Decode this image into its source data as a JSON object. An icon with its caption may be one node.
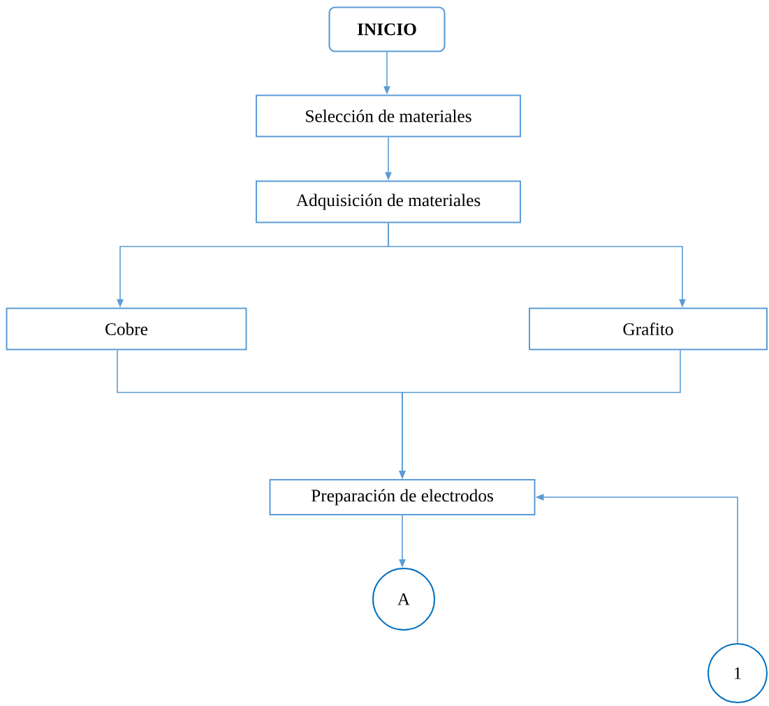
{
  "diagram": {
    "nodes": [
      {
        "text": [
          "INICIO"
        ]
      },
      {
        "text": [
          "Selección de materiales"
        ]
      },
      {
        "text": [
          "Adquisición de materiales"
        ]
      },
      {
        "text": [
          "Cobre"
        ]
      },
      {
        "text": [
          "Grafito"
        ]
      },
      {
        "text": [
          "Preparación de electrodos"
        ]
      },
      {
        "text": [
          "A"
        ]
      },
      {
        "text": [
          "1"
        ]
      }
    ],
    "edges": [
      {
        "from": 0,
        "to": 1,
        "arrow": "to"
      },
      {
        "from": 1,
        "to": 2,
        "arrow": "to"
      },
      {
        "from": 2,
        "to": 3,
        "arrow": "to"
      },
      {
        "from": 2,
        "to": 4,
        "arrow": "to"
      },
      {
        "from": 3,
        "to": 5,
        "arrow": "to"
      },
      {
        "from": 4,
        "to": 5,
        "arrow": "to"
      },
      {
        "from": 5,
        "to": 6,
        "arrow": "to"
      },
      {
        "from": 7,
        "to": 5,
        "arrow": "to"
      }
    ]
  }
}
